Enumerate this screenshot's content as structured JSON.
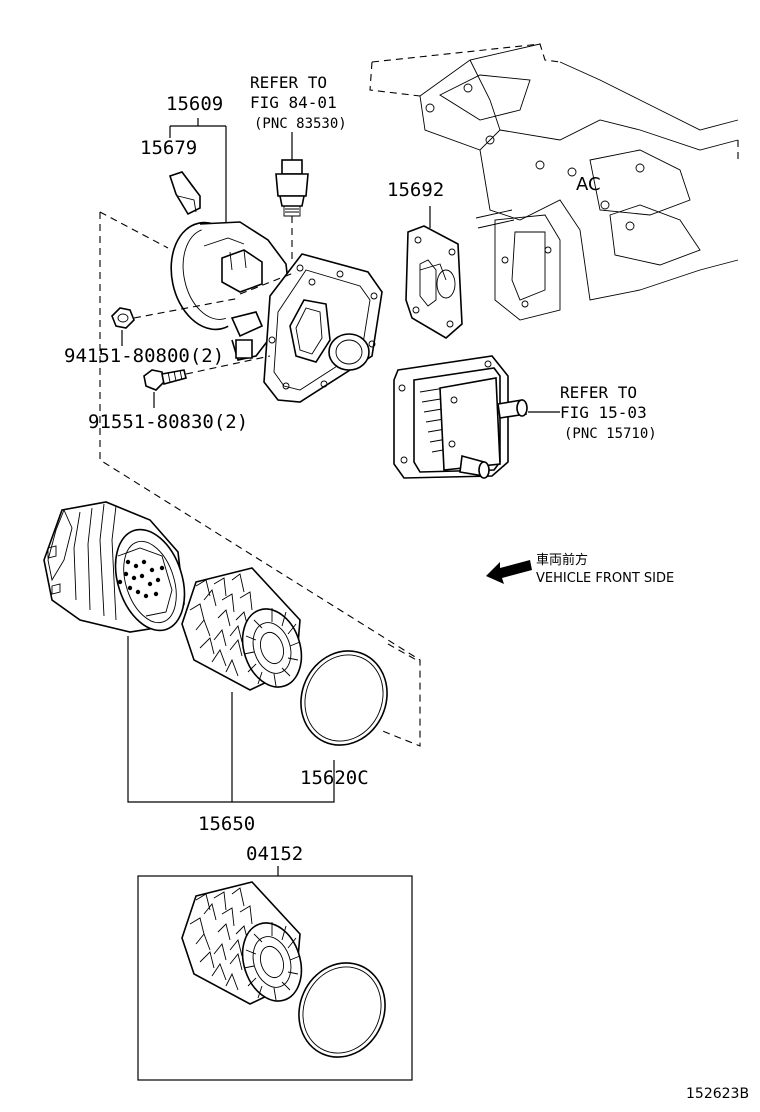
{
  "labels": {
    "p15609": "15609",
    "p15679": "15679",
    "ref84_1": "REFER TO",
    "ref84_2": "FIG 84-01",
    "ref84_3": "(PNC 83530)",
    "p15692": "15692",
    "p94151": "94151-80800(2)",
    "p91551": "91551-80830(2)",
    "ref15_1": "REFER TO",
    "ref15_2": "FIG 15-03",
    "ref15_3": "(PNC 15710)",
    "front_jp": "車両前方",
    "front_en": "VEHICLE FRONT SIDE",
    "p15620c": "15620C",
    "p15650": "15650",
    "p04152": "04152",
    "figure_id": "152623B"
  },
  "icons": {
    "front_arrow": "arrow-left-icon"
  },
  "colors": {
    "line": "#000000",
    "background": "#ffffff"
  }
}
